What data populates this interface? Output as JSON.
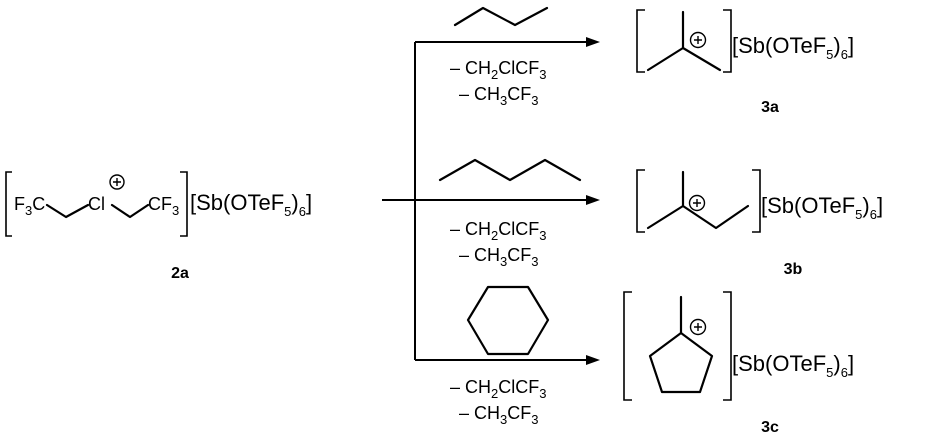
{
  "anion": {
    "prefix": "[Sb(OTeF",
    "sub5": "5",
    "mid": ")",
    "sub6": "6",
    "suffix": "]"
  },
  "reactant": {
    "f3c": {
      "main": "F",
      "sub": "3",
      "tail": "C"
    },
    "cl": "Cl",
    "cf3": {
      "main": "CF",
      "sub": "3"
    },
    "label": "2a"
  },
  "byproducts": {
    "line1": {
      "a": "– CH",
      "sub": "2",
      "b": "ClCF",
      "sub2": "3"
    },
    "line2": {
      "a": "– CH",
      "sub": "3",
      "b": "CF",
      "sub2": "3"
    }
  },
  "products": [
    {
      "label": "3a"
    },
    {
      "label": "3b"
    },
    {
      "label": "3c"
    }
  ],
  "plus_symbol": "+"
}
